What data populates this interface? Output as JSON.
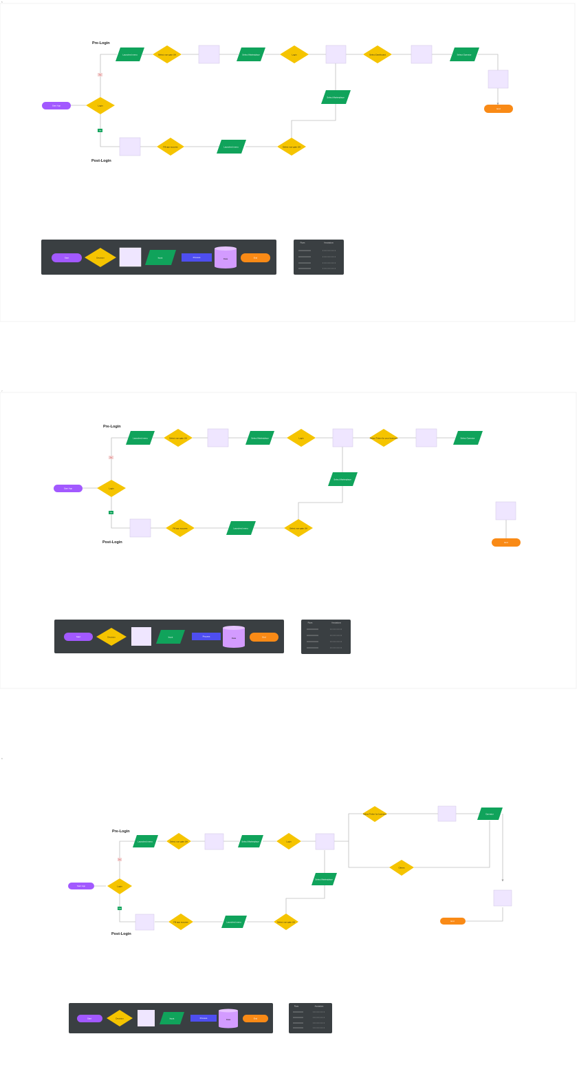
{
  "colors": {
    "terminal_start": "#A259FF",
    "decision": "#F5C400",
    "screen": "#EFE6FF",
    "input": "#10A35B",
    "process": "#4E4EF0",
    "data": "#D39BFF",
    "end": "#F98A16",
    "legend_bg": "#3A3F42",
    "connector": "#B8B8B8",
    "yes_tag": "#10A35B",
    "no_tag": "#F3D2D2"
  },
  "frames": [
    {
      "id": "5",
      "pre_login": "Pre-Login",
      "post_login": "Post-Login",
      "start": "Start App",
      "login_decision": "Login",
      "no_tag": "No",
      "yes_tag": "Yes",
      "pre": [
        "Launched menu",
        "Select non-gate UA",
        "Select Marketplace",
        "Login",
        "Select Dashboard",
        "Select Operator"
      ],
      "post": [
        "Fill app success",
        "Launched menu",
        "Select non-gate UA"
      ],
      "branch": "Select Marketplace",
      "end": "End"
    },
    {
      "id": "7",
      "pre_login": "Pre-Login",
      "post_login": "Post-Login",
      "start": "Start App",
      "login_decision": "Login",
      "no_tag": "No",
      "yes_tag": "Yes",
      "pre": [
        "Launched menu",
        "Select non-gate UA",
        "Select Marketplace",
        "Login",
        "Select Tinker for your business",
        "Select Operator"
      ],
      "post": [
        "Fill app success",
        "Launched menu",
        "Select non-gate UA"
      ],
      "branch": "Select Marketplace",
      "end": "End"
    },
    {
      "id": "8",
      "pre_login": "Pre-Login",
      "post_login": "Post-Login",
      "start": "Start App",
      "login_decision": "Login",
      "no_tag": "No",
      "yes_tag": "Yes",
      "pre": [
        "Launched menu",
        "Select non-gate UA",
        "Select Marketplace",
        "Login"
      ],
      "upper": [
        "Select Tinker for business",
        "Operator"
      ],
      "lower": "Others",
      "post": [
        "Fill app success",
        "Launched menu",
        "Select non-gate UA"
      ],
      "branch": "Select Marketplace",
      "end": "End"
    }
  ],
  "legend": {
    "shapes": [
      "Start",
      "Decision",
      "Input",
      "Process",
      "Data",
      "End"
    ],
    "lines_header": "Flows",
    "annotations_header": "Annotations"
  }
}
